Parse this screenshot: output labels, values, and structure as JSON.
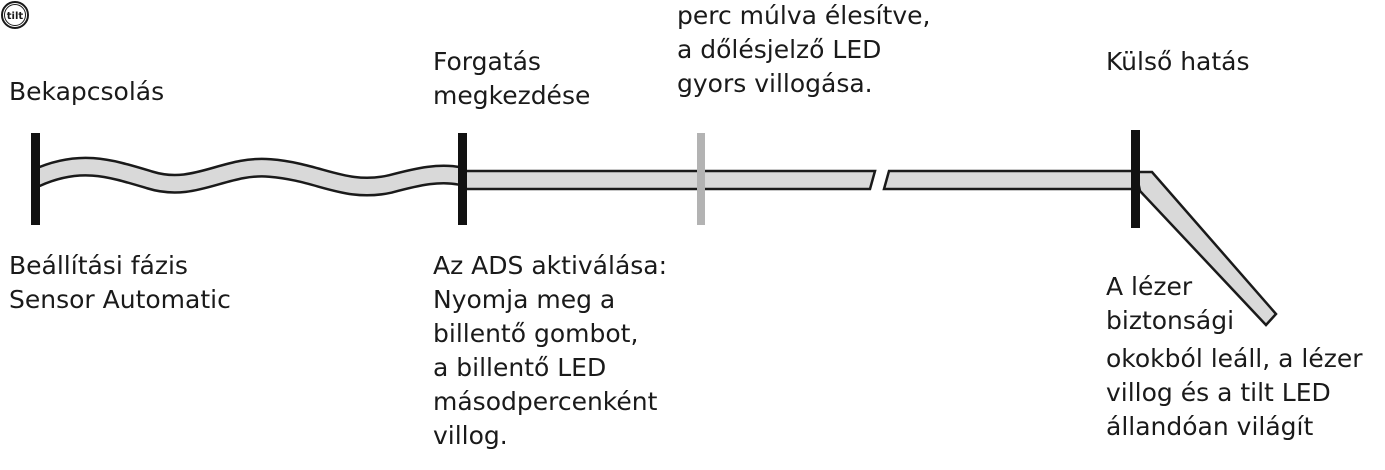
{
  "events": {
    "power_on": "Bekapcsolás",
    "rotation_start": "Forgatás\nmegkezdése",
    "armed_note": "perc múlva élesítve,\na dőlésjelző LED\ngyors villogása.",
    "external_impact": "Külső hatás"
  },
  "phases": {
    "setup_phase": "Beállítási fázis\nSensor Automatic",
    "ads_activation": "Az ADS aktiválása:\nNyomja meg a\nbillentő gombot,\na billentő LED\nmásodpercenként\nvillog.",
    "laser_shutdown_a": "A lézer\nbiztonsági",
    "laser_shutdown_b": "okokból leáll, a lézer\nvillog és a tilt LED\nállandóan világít"
  },
  "tilt_button": {
    "icon": "tilt-button-icon",
    "text": "tilt"
  },
  "colors": {
    "line_fill": "#d9d9d9",
    "line_stroke": "#1a1a1a",
    "marker": "#111111",
    "armed_marker": "#b3b3b3"
  }
}
